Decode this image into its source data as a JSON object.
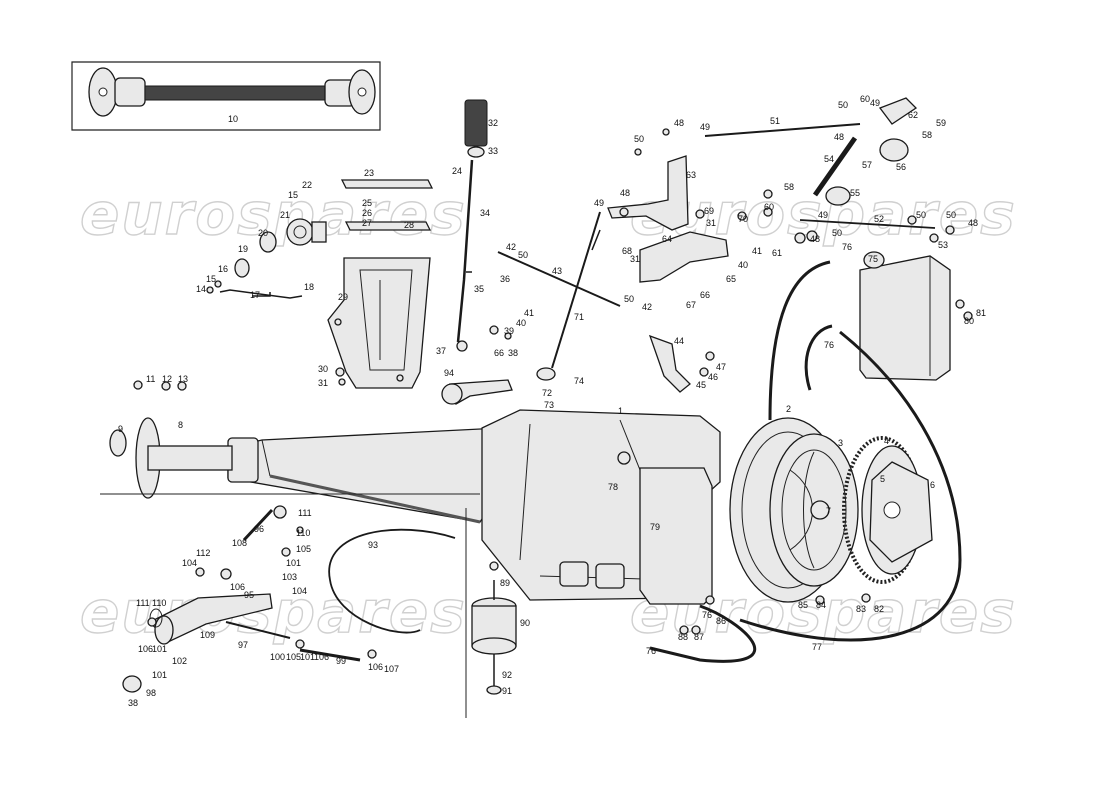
{
  "watermarks": [
    "eurospares",
    "eurospares",
    "eurospares",
    "eurospares"
  ],
  "labels": {
    "l10": "10",
    "l1": "1",
    "l2": "2",
    "l3": "3",
    "l4": "4",
    "l5": "5",
    "l6": "6",
    "l7": "7",
    "l8": "8",
    "l9": "9",
    "l11": "11",
    "l12": "12",
    "l13": "13",
    "l14": "14",
    "l15": "15",
    "l16": "16",
    "l17": "17",
    "l18": "18",
    "l19": "19",
    "l20": "20",
    "l21": "21",
    "l22": "22",
    "l23": "23",
    "l24": "24",
    "l25": "25",
    "l26": "26",
    "l27": "27",
    "l28": "28",
    "l29": "29",
    "l30": "30",
    "l31": "31",
    "l32": "32",
    "l33": "33",
    "l34": "34",
    "l35": "35",
    "l36": "36",
    "l37": "37",
    "l38": "38",
    "l39": "39",
    "l40": "40",
    "l41": "41",
    "l42": "42",
    "l43": "43",
    "l44": "44",
    "l45": "45",
    "l46": "46",
    "l47": "47",
    "l48": "48",
    "l49": "49",
    "l50": "50",
    "l51": "51",
    "l52": "52",
    "l53": "53",
    "l54": "54",
    "l55": "55",
    "l56": "56",
    "l57": "57",
    "l58": "58",
    "l59": "59",
    "l60": "60",
    "l61": "61",
    "l62": "62",
    "l63": "63",
    "l64": "64",
    "l65": "65",
    "l66": "66",
    "l67": "67",
    "l68": "68",
    "l69": "69",
    "l70": "70",
    "l71": "71",
    "l72": "72",
    "l73": "73",
    "l74": "74",
    "l75": "75",
    "l76": "76",
    "l77": "77",
    "l78": "78",
    "l79": "79",
    "l80": "80",
    "l81": "81",
    "l82": "82",
    "l83": "83",
    "l84": "84",
    "l85": "85",
    "l86": "86",
    "l87": "87",
    "l88": "88",
    "l89": "89",
    "l90": "90",
    "l91": "91",
    "l92": "92",
    "l93": "93",
    "l94": "94",
    "l95": "95",
    "l96": "96",
    "l97": "97",
    "l98": "98",
    "l99": "99",
    "l100": "100",
    "l101": "101",
    "l102": "102",
    "l103": "103",
    "l104": "104",
    "l105": "105",
    "l106": "106",
    "l107": "107",
    "l108": "108",
    "l109": "109",
    "l110": "110",
    "l111": "111",
    "l112": "112"
  }
}
